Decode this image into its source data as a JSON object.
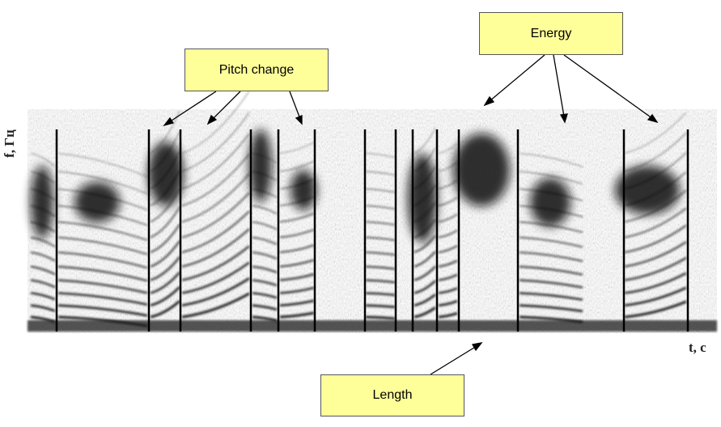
{
  "figure": {
    "y_axis_label": "f, Гц",
    "x_axis_label": "t, c"
  },
  "annotations": {
    "energy": "Energy",
    "pitch_change": "Pitch change",
    "length": "Length"
  },
  "colors": {
    "callout_fill": "#ffff99",
    "ink": "#000000"
  }
}
